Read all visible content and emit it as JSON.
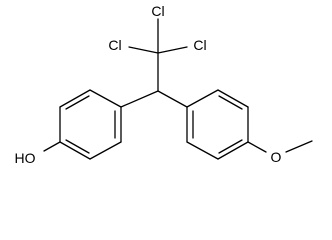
{
  "molecule": {
    "atoms": {
      "cl_top": "Cl",
      "cl_left": "Cl",
      "cl_right": "Cl",
      "hydroxyl": "HO",
      "methoxy_oxygen": "O"
    }
  }
}
